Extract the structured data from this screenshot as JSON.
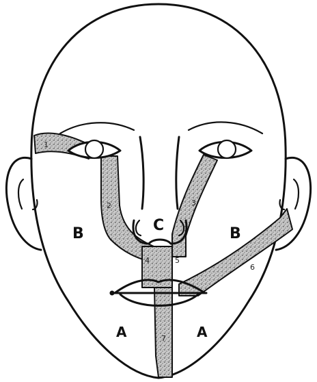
{
  "diagram": {
    "region_labels": {
      "lower_left": "A",
      "lower_right": "A",
      "cheek_left": "B",
      "cheek_right": "B",
      "nose": "C"
    },
    "band_markers": {
      "left_forehead": "1",
      "left_vertical_upper": "2",
      "right_diagonal_upper": "3",
      "left_vertical_lower": "4",
      "right_vertical_lower": "5",
      "right_jaw": "6",
      "chin": "7"
    },
    "colors": {
      "ink": "#111111",
      "paper": "#ffffff",
      "stipple": "#9a9a9a"
    }
  }
}
